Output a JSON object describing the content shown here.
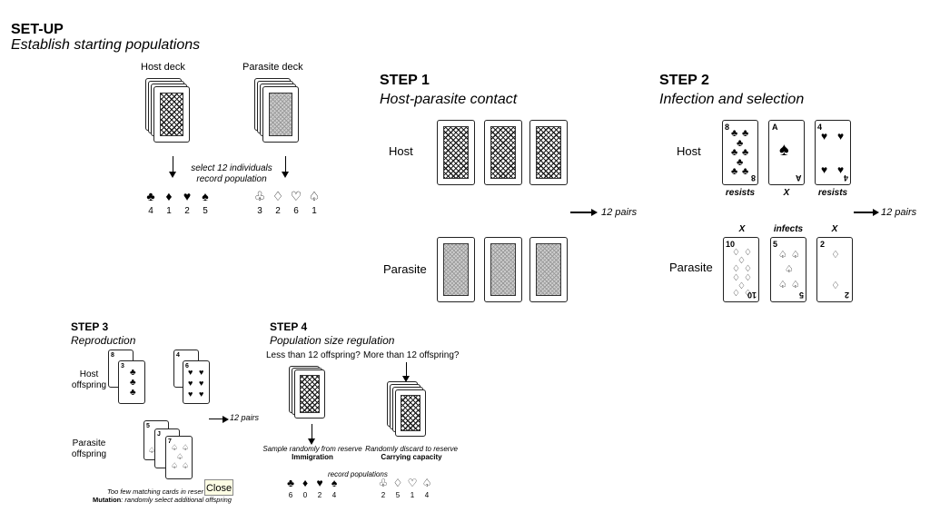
{
  "setup": {
    "title": "SET-UP",
    "subtitle": "Establish starting populations",
    "host_deck_label": "Host deck",
    "parasite_deck_label": "Parasite deck",
    "select_line1": "select 12 individuals",
    "select_line2": "record population",
    "host_suits": [
      {
        "glyph": "♣",
        "count": "4"
      },
      {
        "glyph": "♦",
        "count": "1"
      },
      {
        "glyph": "♥",
        "count": "2"
      },
      {
        "glyph": "♠",
        "count": "5"
      }
    ],
    "parasite_suits": [
      {
        "glyph": "♧",
        "count": "3"
      },
      {
        "glyph": "♢",
        "count": "2"
      },
      {
        "glyph": "♡",
        "count": "6"
      },
      {
        "glyph": "♤",
        "count": "1"
      }
    ]
  },
  "step1": {
    "title": "STEP 1",
    "subtitle": "Host-parasite contact",
    "host_label": "Host",
    "parasite_label": "Parasite",
    "pairs_label": "12 pairs"
  },
  "step2": {
    "title": "STEP 2",
    "subtitle": "Infection and selection",
    "host_label": "Host",
    "parasite_label": "Parasite",
    "pairs_label": "12 pairs",
    "host_cards": [
      {
        "rank": "8",
        "suit": "♣",
        "result": "resists"
      },
      {
        "rank": "A",
        "suit": "♠",
        "result": "X"
      },
      {
        "rank": "4",
        "suit": "♥",
        "result": "resists"
      }
    ],
    "parasite_cards": [
      {
        "rank": "10",
        "suit": "♢",
        "result": "X"
      },
      {
        "rank": "5",
        "suit": "♤",
        "result": "infects"
      },
      {
        "rank": "2",
        "suit": "♢",
        "result": "X"
      }
    ]
  },
  "step3": {
    "title": "STEP 3",
    "subtitle": "Reproduction",
    "host_offspring_line1": "Host",
    "host_offspring_line2": "offspring",
    "parasite_offspring_line1": "Parasite",
    "parasite_offspring_line2": "offspring",
    "pairs_label": "12 pairs",
    "too_few_text": "Too few matching cards in reser",
    "mutation_bold": "Mutation",
    "mutation_rest": ": randomly select additional offspring",
    "host_card_ranks": [
      "8",
      "3",
      "4",
      "6"
    ],
    "parasite_card_ranks": [
      "5",
      "J",
      "7"
    ]
  },
  "step4": {
    "title": "STEP 4",
    "subtitle": "Population size regulation",
    "less_than": "Less than 12 offspring?",
    "more_than": "More than 12 offspring?",
    "sample_text": "Sample randomly from reserve",
    "immigration": "Immigration",
    "discard_text": "Randomly discard to reserve",
    "carrying_capacity": "Carrying capacity",
    "record_populations": "record populations",
    "host_suits": [
      {
        "glyph": "♣",
        "count": "6"
      },
      {
        "glyph": "♦",
        "count": "0"
      },
      {
        "glyph": "♥",
        "count": "2"
      },
      {
        "glyph": "♠",
        "count": "4"
      }
    ],
    "parasite_suits": [
      {
        "glyph": "♧",
        "count": "2"
      },
      {
        "glyph": "♢",
        "count": "5"
      },
      {
        "glyph": "♡",
        "count": "1"
      },
      {
        "glyph": "♤",
        "count": "4"
      }
    ]
  },
  "close_button": "Close"
}
